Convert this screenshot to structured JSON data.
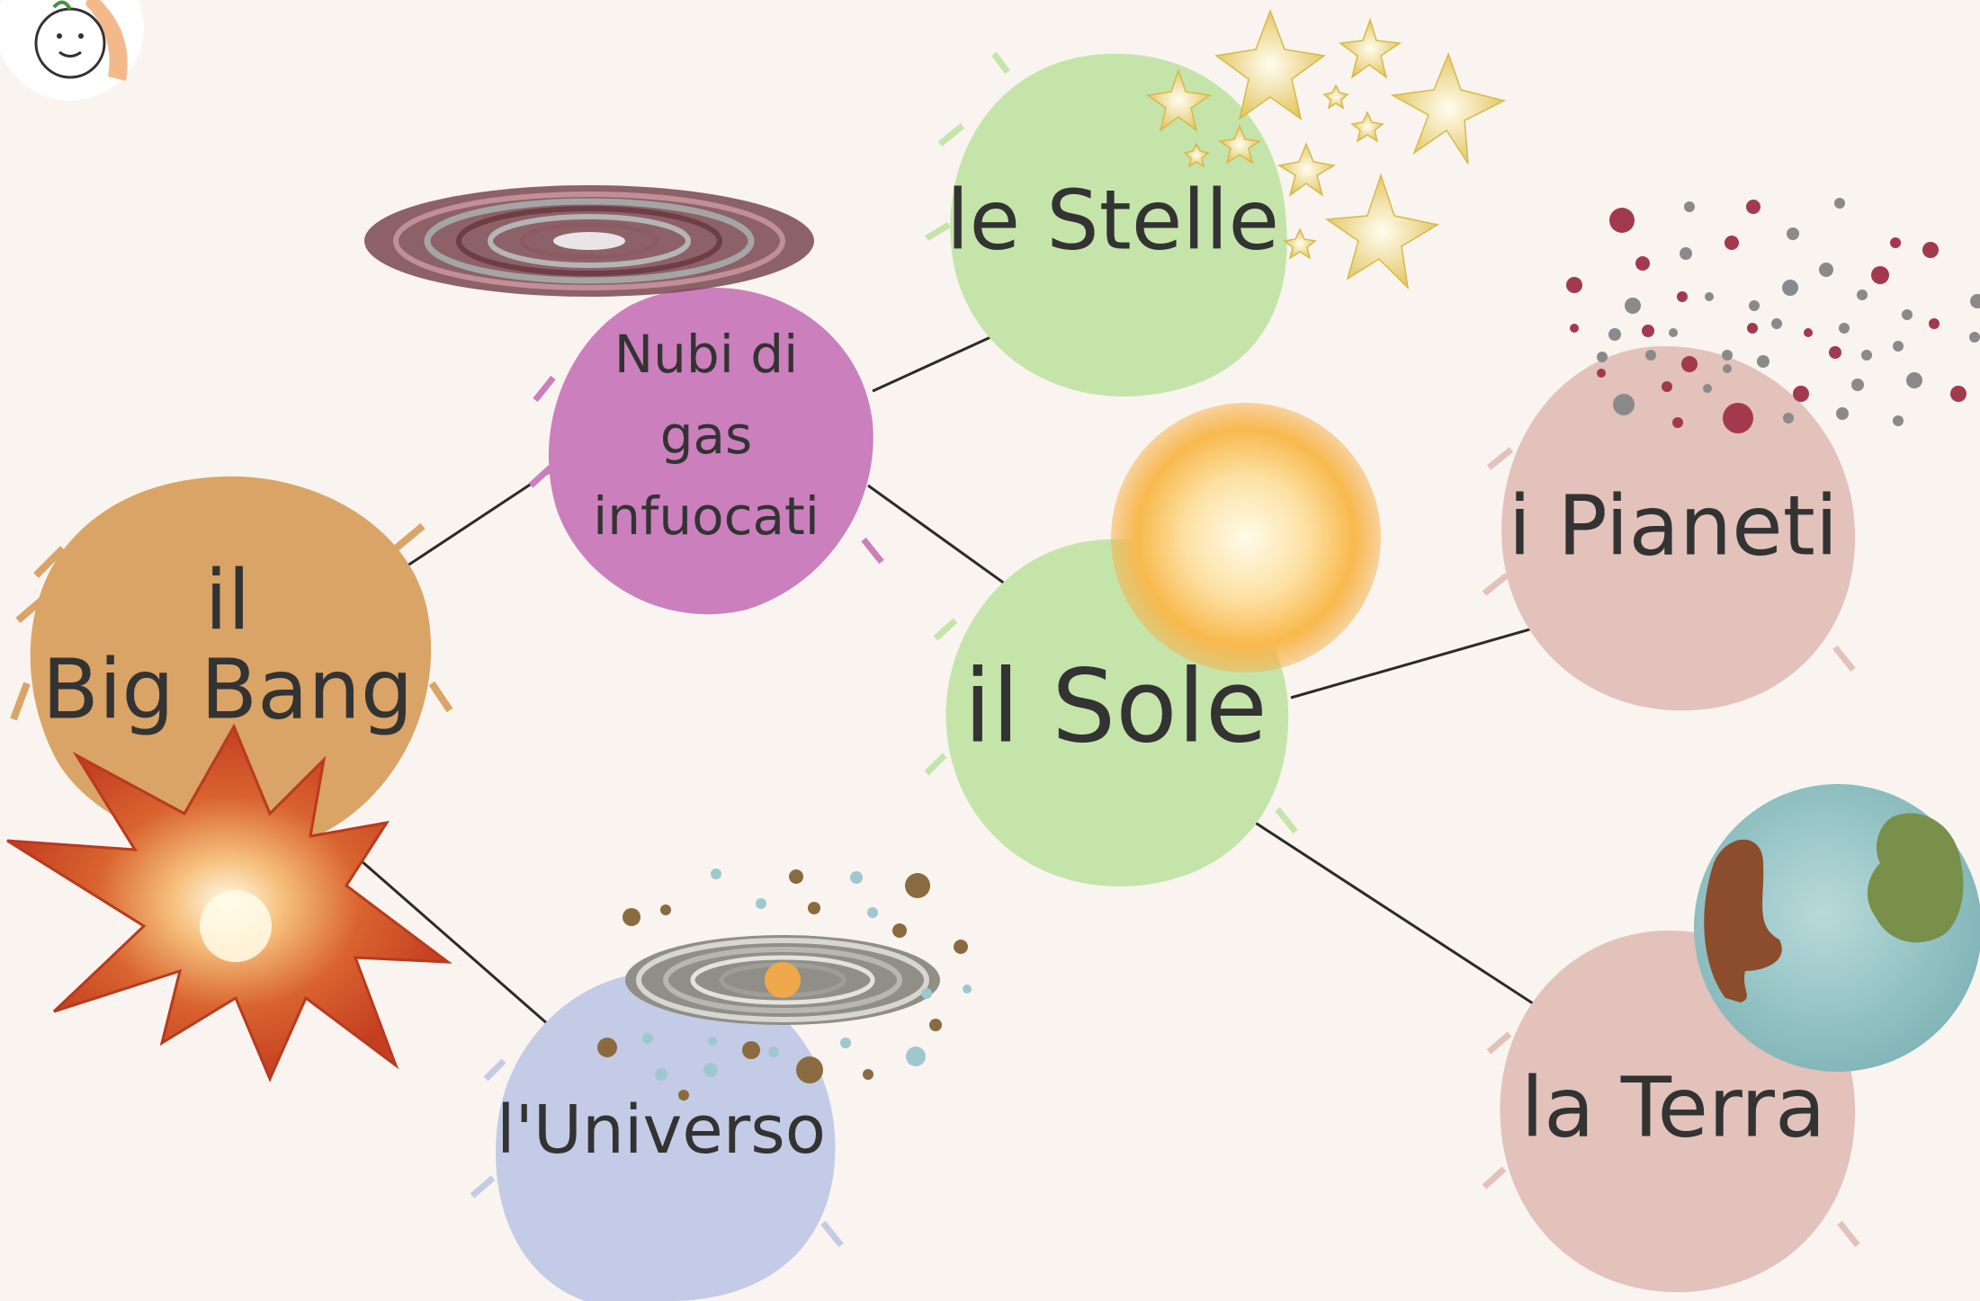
{
  "colors": {
    "background": "#f9f4ef",
    "big_bang": "#d9a466",
    "nubi": "#cb7fbd",
    "stelle": "#c5e4aa",
    "sole": "#c5e4aa",
    "pianeti": "#e2c2bb",
    "terra": "#e2c2bb",
    "universo": "#c3cbe6",
    "arrow": "#2b2b2b",
    "text": "#333333"
  },
  "nodes": {
    "big_bang": "il\nBig Bang",
    "nubi": "Nubi di\ngas\ninfuocati",
    "stelle": "le Stelle",
    "sole": "il Sole",
    "pianeti": "i Pianeti",
    "terra": "la Terra",
    "universo": "l'Universo"
  },
  "edges": [
    [
      "big_bang",
      "nubi"
    ],
    [
      "big_bang",
      "universo"
    ],
    [
      "nubi",
      "stelle"
    ],
    [
      "nubi",
      "sole"
    ],
    [
      "sole",
      "pianeti"
    ],
    [
      "sole",
      "terra"
    ]
  ],
  "icons": {
    "logo": "smiling-face-logo-icon",
    "explosion": "explosion-icon",
    "spiral_cloud": "gas-cloud-spiral-icon",
    "stars": "stars-icon",
    "sun": "sun-icon",
    "planets": "planet-dots-icon",
    "earth": "earth-icon",
    "galaxy": "galaxy-icon"
  }
}
